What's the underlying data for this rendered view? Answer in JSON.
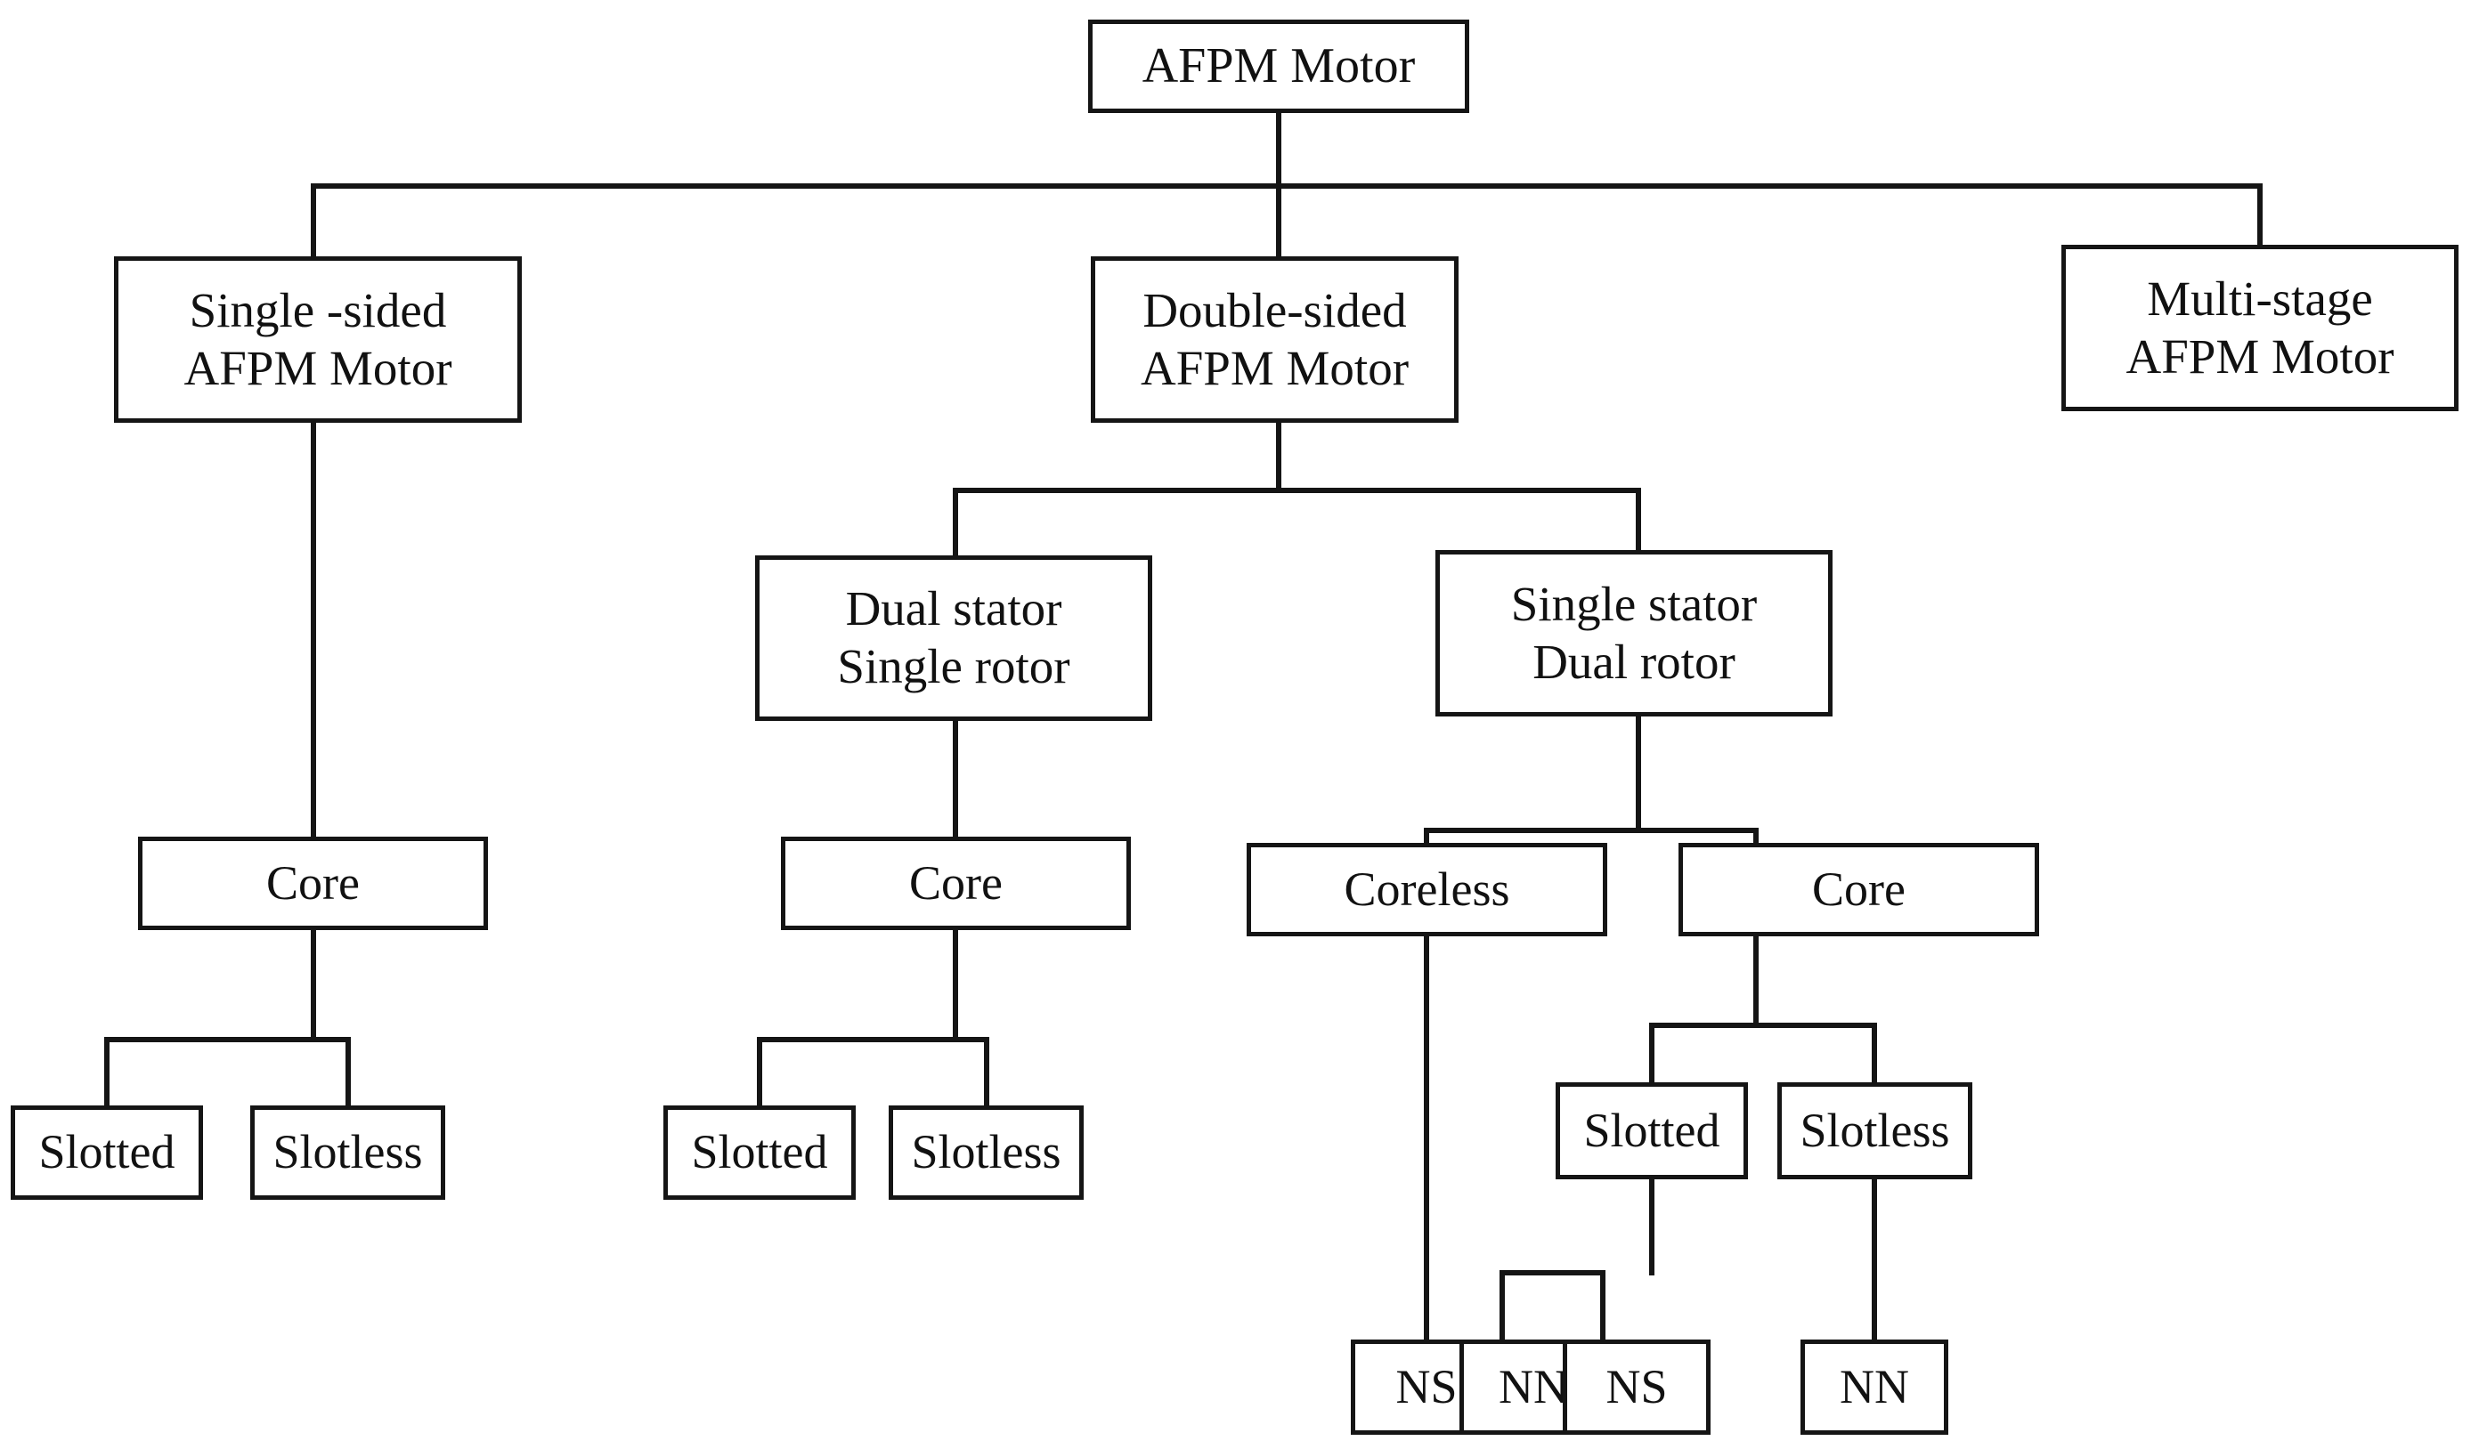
{
  "diagram": {
    "title": "AFPM Motor classification tree",
    "type": "hierarchy-tree",
    "background_color": "#ffffff",
    "line_color": "#151515",
    "text_color": "#111111"
  },
  "nodes": {
    "root": {
      "lines": [
        "AFPM Motor"
      ]
    },
    "single": {
      "lines": [
        "Single -sided",
        "AFPM Motor"
      ]
    },
    "double": {
      "lines": [
        "Double-sided",
        "AFPM Motor"
      ]
    },
    "multi": {
      "lines": [
        "Multi-stage",
        "AFPM Motor"
      ]
    },
    "dual_stator": {
      "lines": [
        "Dual stator",
        "Single rotor"
      ]
    },
    "single_stator": {
      "lines": [
        "Single stator",
        "Dual rotor"
      ]
    },
    "core_left": {
      "lines": [
        "Core"
      ]
    },
    "core_mid": {
      "lines": [
        "Core"
      ]
    },
    "coreless_r": {
      "lines": [
        "Coreless"
      ]
    },
    "core_r": {
      "lines": [
        "Core"
      ]
    },
    "slotted_l": {
      "lines": [
        "Slotted"
      ]
    },
    "slotless_l": {
      "lines": [
        "Slotless"
      ]
    },
    "slotted_m": {
      "lines": [
        "Slotted"
      ]
    },
    "slotless_m": {
      "lines": [
        "Slotless"
      ]
    },
    "slotted_r": {
      "lines": [
        "Slotted"
      ]
    },
    "slotless_r": {
      "lines": [
        "Slotless"
      ]
    },
    "ns_coreless": {
      "lines": [
        "NS"
      ]
    },
    "nn_slotted": {
      "lines": [
        "NN"
      ]
    },
    "ns_slotted": {
      "lines": [
        "NS"
      ]
    },
    "nn_slotless": {
      "lines": [
        "NN"
      ]
    }
  },
  "edges": [
    "root->single",
    "root->double",
    "root->multi",
    "double->dual_stator",
    "double->single_stator",
    "single->core_left",
    "core_left->slotted_l",
    "core_left->slotless_l",
    "dual_stator->core_mid",
    "core_mid->slotted_m",
    "core_mid->slotless_m",
    "single_stator->coreless_r",
    "single_stator->core_r",
    "core_r->slotted_r",
    "core_r->slotless_r",
    "coreless_r->ns_coreless",
    "slotted_r->nn_slotted",
    "slotted_r->ns_slotted",
    "slotless_r->nn_slotless"
  ]
}
